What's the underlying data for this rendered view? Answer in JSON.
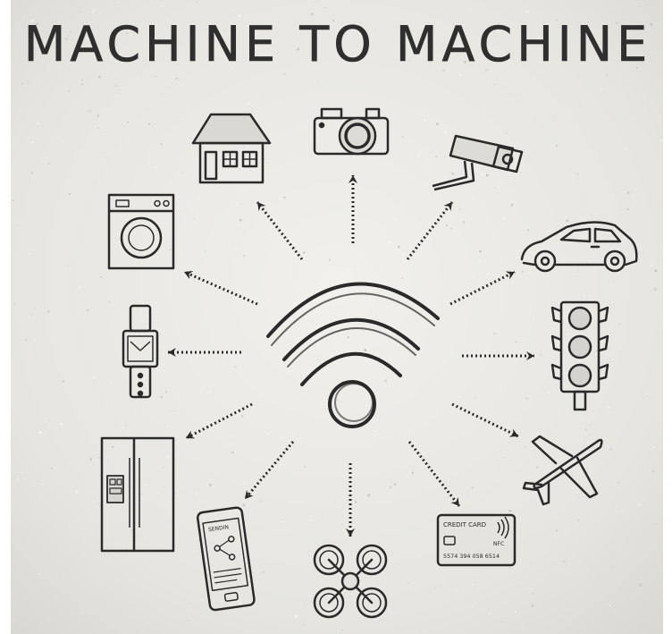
{
  "title": "MACHINE TO MACHINE",
  "colors": {
    "chalk_board": "#e7e6e1",
    "ink": "#2a2a2a",
    "ink_soft": "#4a4a4a"
  },
  "hub": {
    "icon": "wireless-signal-icon"
  },
  "devices": [
    {
      "name": "house",
      "icon": "house-icon"
    },
    {
      "name": "camera",
      "icon": "camera-icon"
    },
    {
      "name": "security camera",
      "icon": "security-camera-icon"
    },
    {
      "name": "car",
      "icon": "car-icon"
    },
    {
      "name": "traffic light",
      "icon": "traffic-light-icon"
    },
    {
      "name": "airplane",
      "icon": "airplane-icon"
    },
    {
      "name": "credit card",
      "icon": "credit-card-icon"
    },
    {
      "name": "drone",
      "icon": "drone-icon"
    },
    {
      "name": "smartphone",
      "icon": "smartphone-icon"
    },
    {
      "name": "refrigerator",
      "icon": "refrigerator-icon"
    },
    {
      "name": "smartwatch",
      "icon": "smartwatch-icon"
    },
    {
      "name": "washing machine",
      "icon": "washing-machine-icon"
    }
  ],
  "credit_card": {
    "heading": "CREDIT CARD",
    "tag": "NFC",
    "number": "5574 394 058 6514"
  },
  "phone_screen": {
    "header": "SENDIN"
  }
}
